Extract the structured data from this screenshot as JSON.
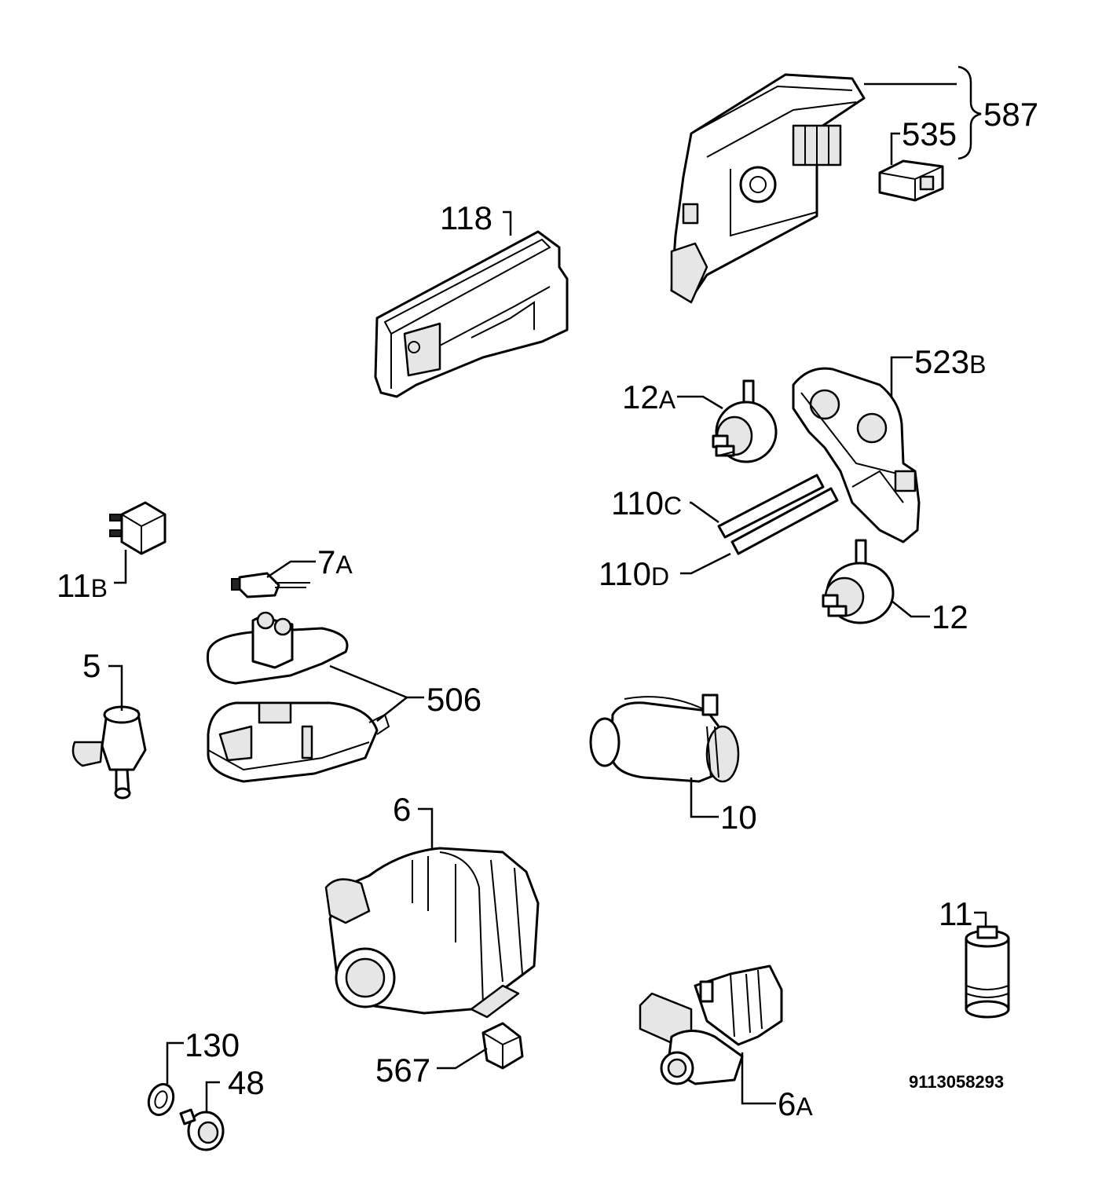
{
  "labels": {
    "l587": "587",
    "l535": "535",
    "l118": "118",
    "l523b_num": "523",
    "l523b_suf": "B",
    "l12a_num": "12",
    "l12a_suf": "A",
    "l110c_num": "110",
    "l110c_suf": "C",
    "l110d_num": "110",
    "l110d_suf": "D",
    "l12": "12",
    "l11b_num": "11",
    "l11b_suf": "B",
    "l7a_num": "7",
    "l7a_suf": "A",
    "l5": "5",
    "l506": "506",
    "l10": "10",
    "l6": "6",
    "l11": "11",
    "l130": "130",
    "l48": "48",
    "l567": "567",
    "l6a_num": "6",
    "l6a_suf": "A"
  },
  "diagram_code": "9113058293"
}
